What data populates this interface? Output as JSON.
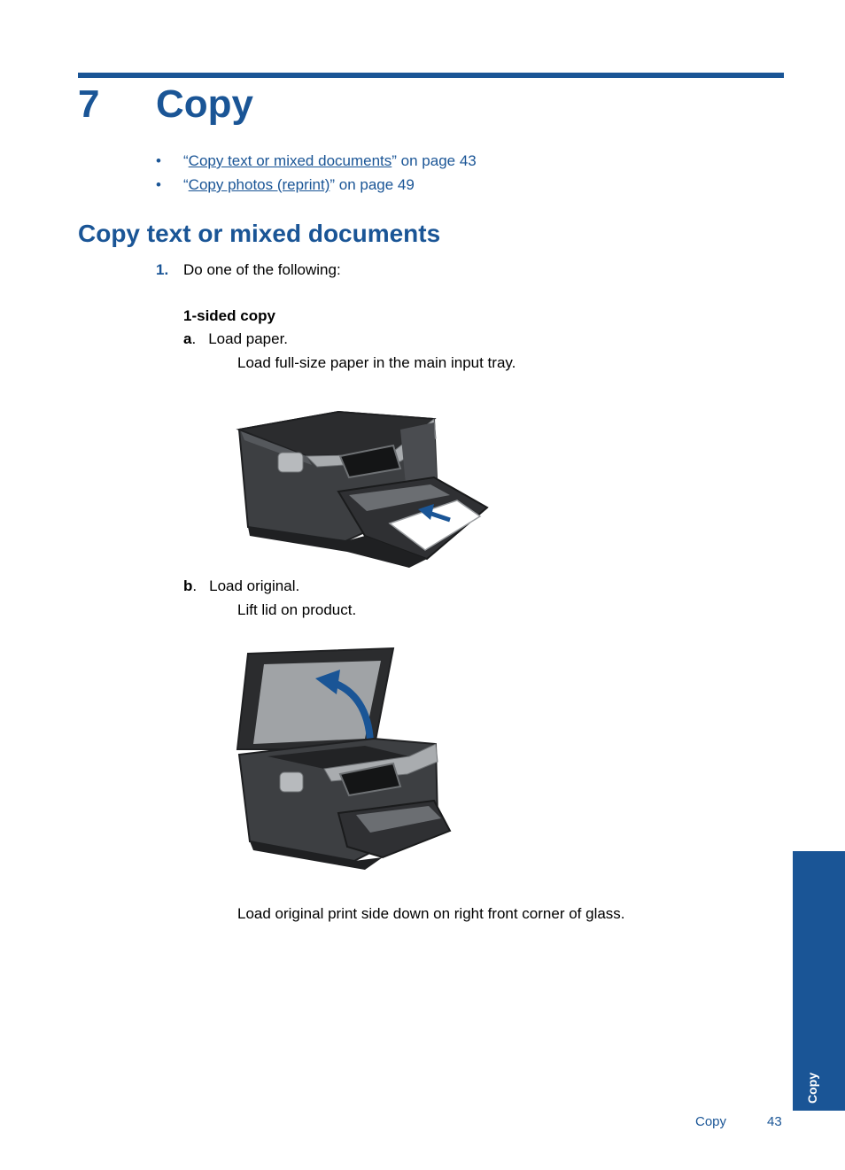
{
  "chapter": {
    "number": "7",
    "title": "Copy"
  },
  "toc": [
    {
      "link": "Copy text or mixed documents",
      "prefix": "“",
      "suffix": "” on page 43"
    },
    {
      "link": "Copy photos (reprint)",
      "prefix": "“",
      "suffix": "” on page 49"
    }
  ],
  "section": {
    "title": "Copy text or mixed documents"
  },
  "step1": {
    "number": "1.",
    "text": "Do one of the following:"
  },
  "subhead": "1-sided copy",
  "items": {
    "a": {
      "letter": "a",
      "label": "Load paper.",
      "detail": "Load full-size paper in the main input tray."
    },
    "b": {
      "letter": "b",
      "label": "Load original.",
      "detail": "Lift lid on product."
    }
  },
  "caption": "Load original print side down on right front corner of glass.",
  "side_tab": "Copy",
  "footer": {
    "label": "Copy",
    "page": "43"
  },
  "colors": {
    "accent": "#1a5596"
  }
}
